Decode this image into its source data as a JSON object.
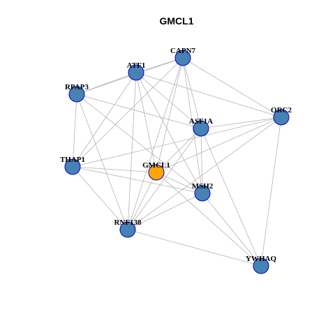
{
  "title": "GMCL1",
  "colors": {
    "background": "#ffffff",
    "edge": "#b3b3b3",
    "node_fill": "#4682b4",
    "node_stroke": "#0000cd",
    "center_fill": "#ffa500",
    "center_stroke": "#0000cd",
    "label": "#000000"
  },
  "network": {
    "center": "GMCL1",
    "nodes": [
      {
        "id": "CAPN7",
        "label": "CAPN7"
      },
      {
        "id": "ATF1",
        "label": "ATF1"
      },
      {
        "id": "RPAP3",
        "label": "RPAP3"
      },
      {
        "id": "ORC2",
        "label": "ORC2"
      },
      {
        "id": "ASF1A",
        "label": "ASF1A"
      },
      {
        "id": "THAP1",
        "label": "THAP1"
      },
      {
        "id": "GMCL1",
        "label": "GMCL1"
      },
      {
        "id": "MSH2",
        "label": "MSH2"
      },
      {
        "id": "RNF138",
        "label": "RNF138"
      },
      {
        "id": "YWHAQ",
        "label": "YWHAQ"
      }
    ],
    "edges": [
      [
        "ATF1",
        "CAPN7"
      ],
      [
        "RPAP3",
        "CAPN7"
      ],
      [
        "RPAP3",
        "ATF1"
      ],
      [
        "ATF1",
        "ORC2"
      ],
      [
        "CAPN7",
        "ORC2"
      ],
      [
        "ATF1",
        "THAP1"
      ],
      [
        "ATF1",
        "GMCL1"
      ],
      [
        "ATF1",
        "MSH2"
      ],
      [
        "ATF1",
        "RNF138"
      ],
      [
        "ATF1",
        "ASF1A"
      ],
      [
        "CAPN7",
        "THAP1"
      ],
      [
        "CAPN7",
        "GMCL1"
      ],
      [
        "CAPN7",
        "ASF1A"
      ],
      [
        "CAPN7",
        "MSH2"
      ],
      [
        "CAPN7",
        "RNF138"
      ],
      [
        "RPAP3",
        "ASF1A"
      ],
      [
        "RPAP3",
        "THAP1"
      ],
      [
        "RPAP3",
        "MSH2"
      ],
      [
        "RPAP3",
        "RNF138"
      ],
      [
        "ORC2",
        "ASF1A"
      ],
      [
        "ORC2",
        "THAP1"
      ],
      [
        "ORC2",
        "YWHAQ"
      ],
      [
        "ORC2",
        "RNF138"
      ],
      [
        "ORC2",
        "GMCL1"
      ],
      [
        "ASF1A",
        "GMCL1"
      ],
      [
        "ASF1A",
        "MSH2"
      ],
      [
        "ASF1A",
        "RNF138"
      ],
      [
        "ASF1A",
        "YWHAQ"
      ],
      [
        "THAP1",
        "GMCL1"
      ],
      [
        "THAP1",
        "MSH2"
      ],
      [
        "THAP1",
        "RNF138"
      ],
      [
        "GMCL1",
        "MSH2"
      ],
      [
        "GMCL1",
        "RNF138"
      ],
      [
        "GMCL1",
        "YWHAQ"
      ],
      [
        "MSH2",
        "RNF138"
      ],
      [
        "MSH2",
        "YWHAQ"
      ],
      [
        "RNF138",
        "YWHAQ"
      ]
    ]
  }
}
